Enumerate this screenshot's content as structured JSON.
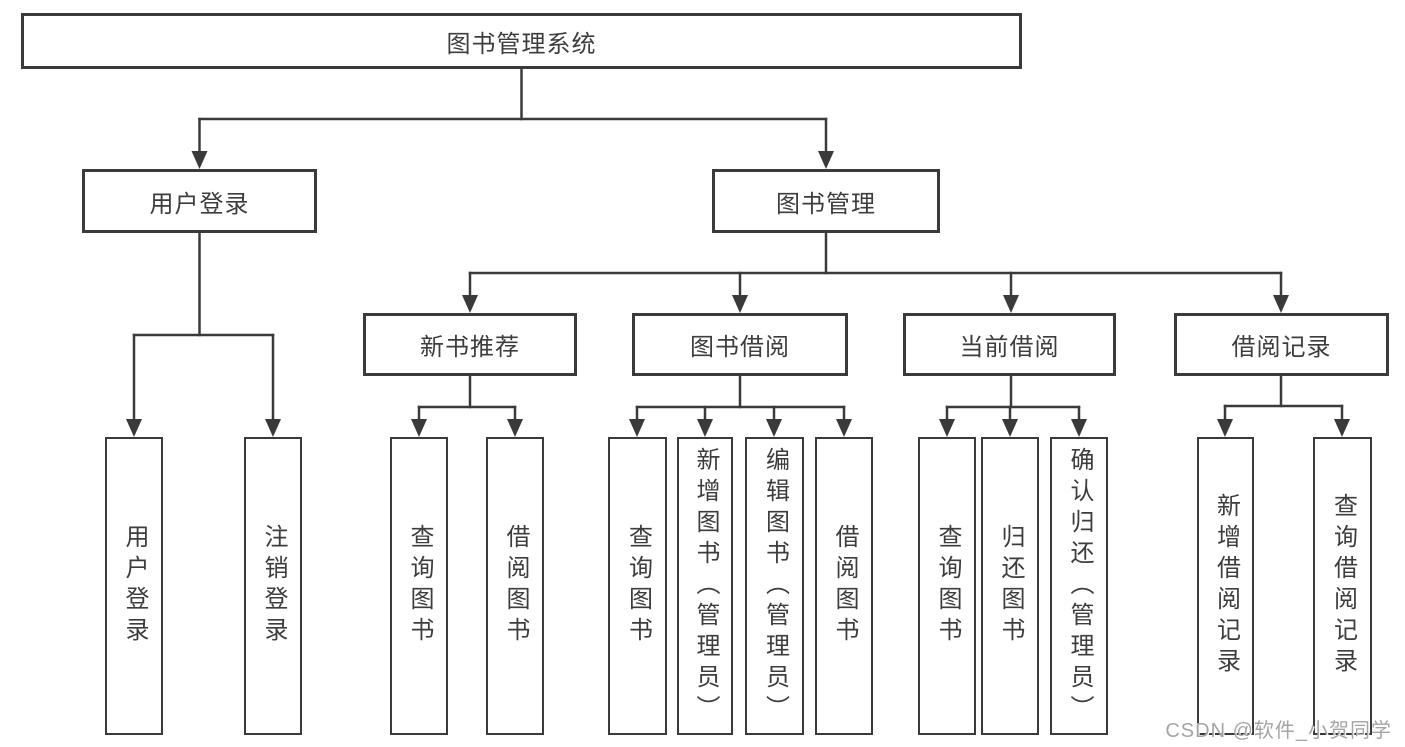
{
  "tree": {
    "root": {
      "label": "图书管理系统",
      "children": [
        {
          "label": "用户登录",
          "children": [
            {
              "label": "用户登录"
            },
            {
              "label": "注销登录"
            }
          ]
        },
        {
          "label": "图书管理",
          "children": [
            {
              "label": "新书推荐",
              "children": [
                {
                  "label": "查询图书"
                },
                {
                  "label": "借阅图书"
                }
              ]
            },
            {
              "label": "图书借阅",
              "children": [
                {
                  "label": "查询图书"
                },
                {
                  "label": "新增图书（管理员）"
                },
                {
                  "label": "编辑图书（管理员）"
                },
                {
                  "label": "借阅图书"
                }
              ]
            },
            {
              "label": "当前借阅",
              "children": [
                {
                  "label": "查询图书"
                },
                {
                  "label": "归还图书"
                },
                {
                  "label": "确认归还（管理员）"
                }
              ]
            },
            {
              "label": "借阅记录",
              "children": [
                {
                  "label": "新增借阅记录"
                },
                {
                  "label": "查询借阅记录"
                }
              ]
            }
          ]
        }
      ]
    }
  },
  "watermark": {
    "text": "CSDN @软件_小贺同学"
  },
  "colors": {
    "line": "#3a3a3a",
    "text": "#3d3d3d",
    "box_background": "#ffffff",
    "watermark": "#a4a4a4",
    "background": "#ffffff"
  }
}
